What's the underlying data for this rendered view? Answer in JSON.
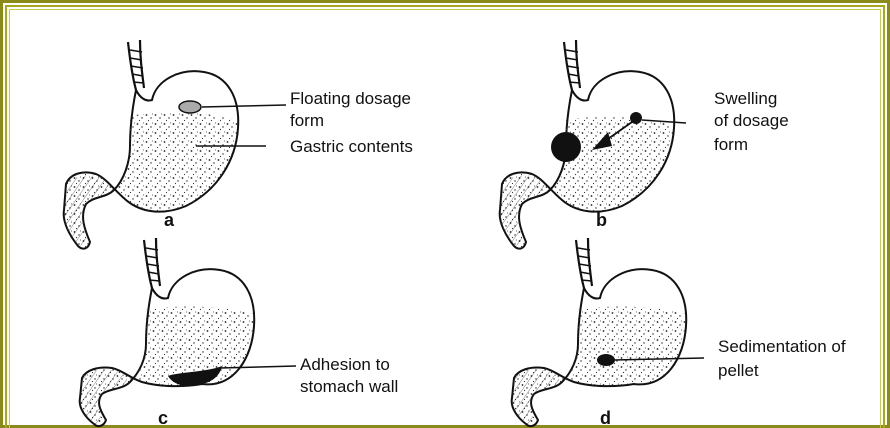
{
  "panels": [
    {
      "letter": "a",
      "labels": [
        "Floating dosage",
        "form",
        "Gastric contents"
      ]
    },
    {
      "letter": "b",
      "labels": [
        "Swelling",
        "of dosage",
        "form"
      ]
    },
    {
      "letter": "c",
      "labels": [
        "Adhesion to",
        "stomach wall"
      ]
    },
    {
      "letter": "d",
      "labels": [
        "Sedimentation of",
        "pellet"
      ]
    }
  ],
  "colors": {
    "frame_outer": "#8a8a1a",
    "frame_inner": "#a8a820",
    "ink": "#111111"
  }
}
